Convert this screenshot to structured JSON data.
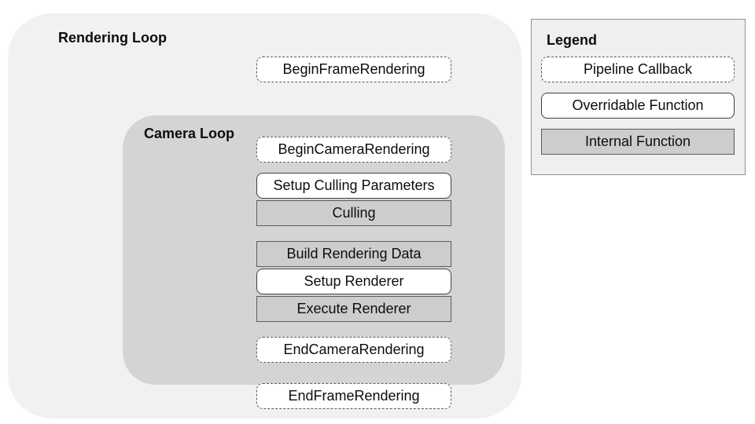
{
  "diagram": {
    "rendering_loop": {
      "label": "Rendering Loop"
    },
    "camera_loop": {
      "label": "Camera Loop"
    },
    "nodes": [
      {
        "label": "BeginFrameRendering",
        "type": "pipeline-callback",
        "container": "rendering-loop"
      },
      {
        "label": "BeginCameraRendering",
        "type": "pipeline-callback",
        "container": "camera-loop"
      },
      {
        "label": "Setup Culling Parameters",
        "type": "overridable-function",
        "container": "camera-loop"
      },
      {
        "label": "Culling",
        "type": "internal-function",
        "container": "camera-loop"
      },
      {
        "label": "Build Rendering Data",
        "type": "internal-function",
        "container": "camera-loop"
      },
      {
        "label": "Setup Renderer",
        "type": "overridable-function",
        "container": "camera-loop"
      },
      {
        "label": "Execute Renderer",
        "type": "internal-function",
        "container": "camera-loop"
      },
      {
        "label": "EndCameraRendering",
        "type": "pipeline-callback",
        "container": "camera-loop"
      },
      {
        "label": "EndFrameRendering",
        "type": "pipeline-callback",
        "container": "rendering-loop"
      }
    ],
    "legend": {
      "title": "Legend",
      "items": [
        {
          "label": "Pipeline Callback",
          "type": "pipeline-callback"
        },
        {
          "label": "Overridable Function",
          "type": "overridable-function"
        },
        {
          "label": "Internal Function",
          "type": "internal-function"
        }
      ]
    },
    "colors": {
      "rendering_loop_bg": "#f1f1f1",
      "camera_loop_bg": "#d4d4d4",
      "internal_function_bg": "#cdcdcd",
      "node_bg": "#ffffff",
      "solid_border": "#404040",
      "dashed_border": "#5b5b5b",
      "legend_bg": "#efefef",
      "legend_border": "#8f8f8f",
      "text": "#0d0d0d"
    }
  }
}
